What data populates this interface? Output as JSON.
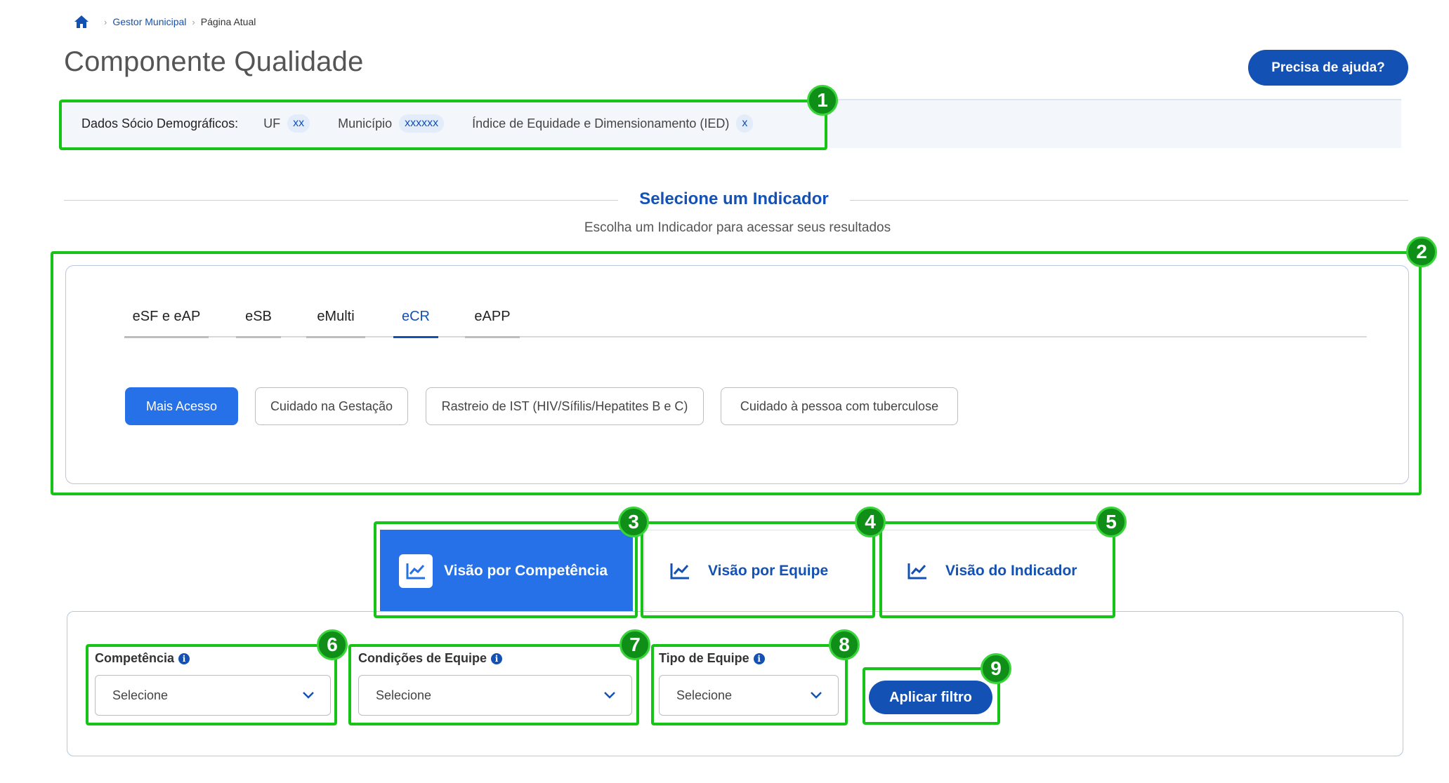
{
  "breadcrumb": {
    "home_icon": "home-icon",
    "link": "Gestor Municipal",
    "current": "Página Atual"
  },
  "page": {
    "title": "Componente Qualidade",
    "help_button": "Precisa de ajuda?"
  },
  "socio": {
    "label": "Dados Sócio Demográficos:",
    "uf_label": "UF",
    "uf_value": "xx",
    "mun_label": "Município",
    "mun_value": "xxxxxx",
    "ied_label": "Índice de Equidade e Dimensionamento (IED)",
    "ied_value": "x"
  },
  "selector": {
    "heading": "Selecione um Indicador",
    "subheading": "Escolha um Indicador para acessar seus resultados"
  },
  "tabs": [
    {
      "label": "eSF e eAP",
      "active": false
    },
    {
      "label": "eSB",
      "active": false
    },
    {
      "label": "eMulti",
      "active": false
    },
    {
      "label": "eCR",
      "active": true
    },
    {
      "label": "eAPP",
      "active": false
    }
  ],
  "indicators": [
    {
      "label": "Mais Acesso",
      "active": true
    },
    {
      "label": "Cuidado na Gestação",
      "active": false
    },
    {
      "label": "Rastreio de IST (HIV/Sífilis/Hepatites B e C)",
      "active": false
    },
    {
      "label": "Cuidado à pessoa com tuberculose",
      "active": false
    }
  ],
  "views": [
    {
      "label": "Visão por Competência",
      "icon": "chart-line-icon",
      "active": true
    },
    {
      "label": "Visão por Equipe",
      "icon": "chart-line-icon",
      "active": false
    },
    {
      "label": "Visão do Indicador",
      "icon": "chart-line-icon",
      "active": false
    }
  ],
  "filters": {
    "competencia": {
      "label": "Competência",
      "value": "Selecione"
    },
    "condicoes": {
      "label": "Condições de Equipe",
      "value": "Selecione"
    },
    "tipo": {
      "label": "Tipo de Equipe",
      "value": "Selecione"
    },
    "apply": "Aplicar filtro"
  },
  "annotations": [
    "1",
    "2",
    "3",
    "4",
    "5",
    "6",
    "7",
    "8",
    "9"
  ],
  "colors": {
    "primary": "#1351b4",
    "accent": "#2670e8",
    "annotation": "#16c416"
  }
}
